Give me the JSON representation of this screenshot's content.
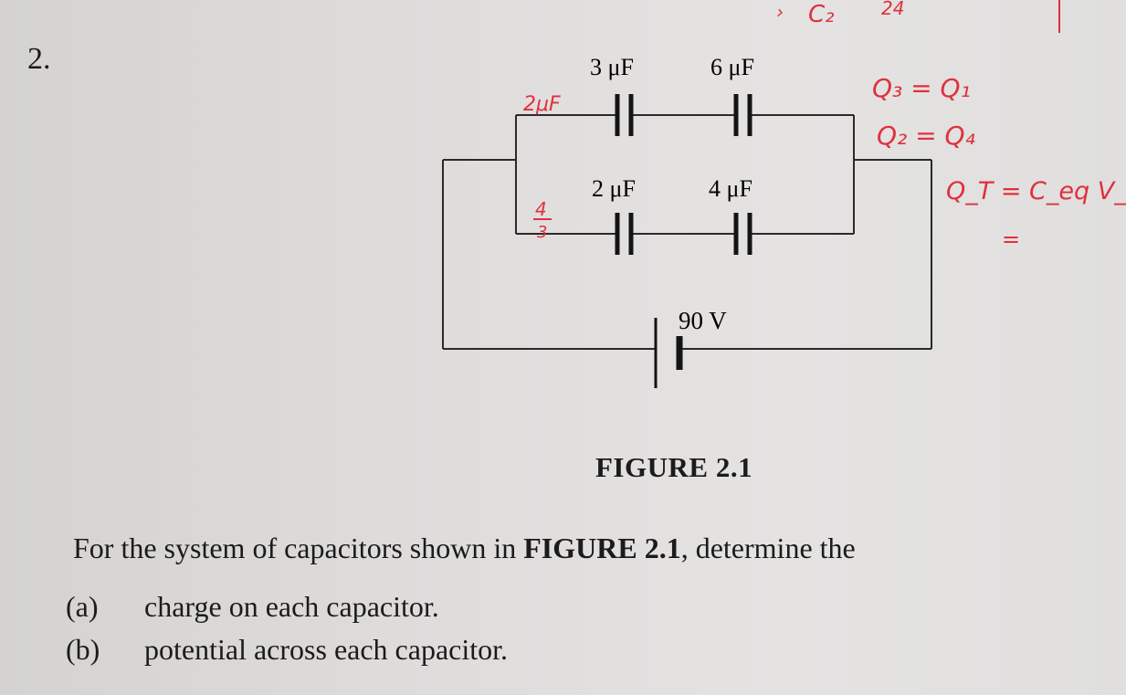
{
  "question": {
    "number": "2.",
    "text_before": "For the system of capacitors shown in ",
    "figure_ref": "FIGURE 2.1",
    "text_after": ", determine the",
    "parts": [
      {
        "label": "(a)",
        "text": "charge on each capacitor."
      },
      {
        "label": "(b)",
        "text": "potential across each capacitor."
      }
    ]
  },
  "figure": {
    "caption": "FIGURE 2.1",
    "capacitors": [
      {
        "id": "c-3uf",
        "label": "3 μF"
      },
      {
        "id": "c-6uf",
        "label": "6 μF"
      },
      {
        "id": "c-2uf",
        "label": "2 μF"
      },
      {
        "id": "c-4uf",
        "label": "4 μF"
      }
    ],
    "battery": {
      "label": "90 V"
    }
  },
  "handwriting": {
    "top_branch_note": "2μF",
    "bottom_branch_num": "4",
    "bottom_branch_den": "3",
    "eq1": "Q₃ = Q₁",
    "eq2": "Q₂ = Q₄",
    "eq3": "Q_T = C_eq V_T",
    "eq4": "=",
    "top_scribble_1": "C₂",
    "top_scribble_2": "24"
  },
  "colors": {
    "ink": "#1b1b1b",
    "handwriting": "#e0303e"
  }
}
